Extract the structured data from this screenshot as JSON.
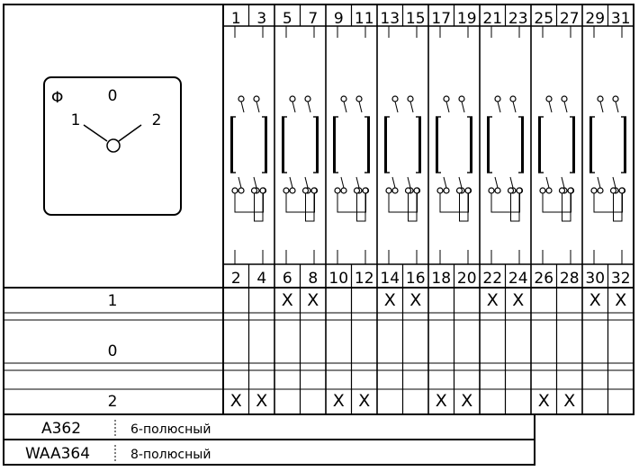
{
  "dial": {
    "symbol": "Φ",
    "positions": [
      "1",
      "0",
      "2"
    ]
  },
  "terminals": {
    "top": [
      "1",
      "3",
      "5",
      "7",
      "9",
      "11",
      "13",
      "15",
      "17",
      "19",
      "21",
      "23",
      "25",
      "27",
      "29",
      "31"
    ],
    "bottom": [
      "2",
      "4",
      "6",
      "8",
      "10",
      "12",
      "14",
      "16",
      "18",
      "20",
      "22",
      "24",
      "26",
      "28",
      "30",
      "32"
    ]
  },
  "switch_table": {
    "rows": [
      {
        "label": "1",
        "marks": [
          "",
          "",
          "X",
          "X",
          "",
          "",
          "X",
          "X",
          "",
          "",
          "X",
          "X",
          "",
          "",
          "X",
          "X"
        ]
      },
      {
        "label": "",
        "marks": [
          "",
          "",
          "",
          "",
          "",
          "",
          "",
          "",
          "",
          "",
          "",
          "",
          "",
          "",
          "",
          ""
        ]
      },
      {
        "label": "0",
        "marks": [
          "",
          "",
          "",
          "",
          "",
          "",
          "",
          "",
          "",
          "",
          "",
          "",
          "",
          "",
          "",
          ""
        ]
      },
      {
        "label": "",
        "marks": [
          "",
          "",
          "",
          "",
          "",
          "",
          "",
          "",
          "",
          "",
          "",
          "",
          "",
          "",
          "",
          ""
        ]
      },
      {
        "label": "2",
        "marks": [
          "X",
          "X",
          "",
          "",
          "X",
          "X",
          "",
          "",
          "X",
          "X",
          "",
          "",
          "X",
          "X",
          "",
          ""
        ]
      }
    ],
    "mark_symbol": "X"
  },
  "models": [
    {
      "code": "A362",
      "description": "6-полюсный"
    },
    {
      "code": "WAA364",
      "description": "8-полюсный"
    }
  ]
}
